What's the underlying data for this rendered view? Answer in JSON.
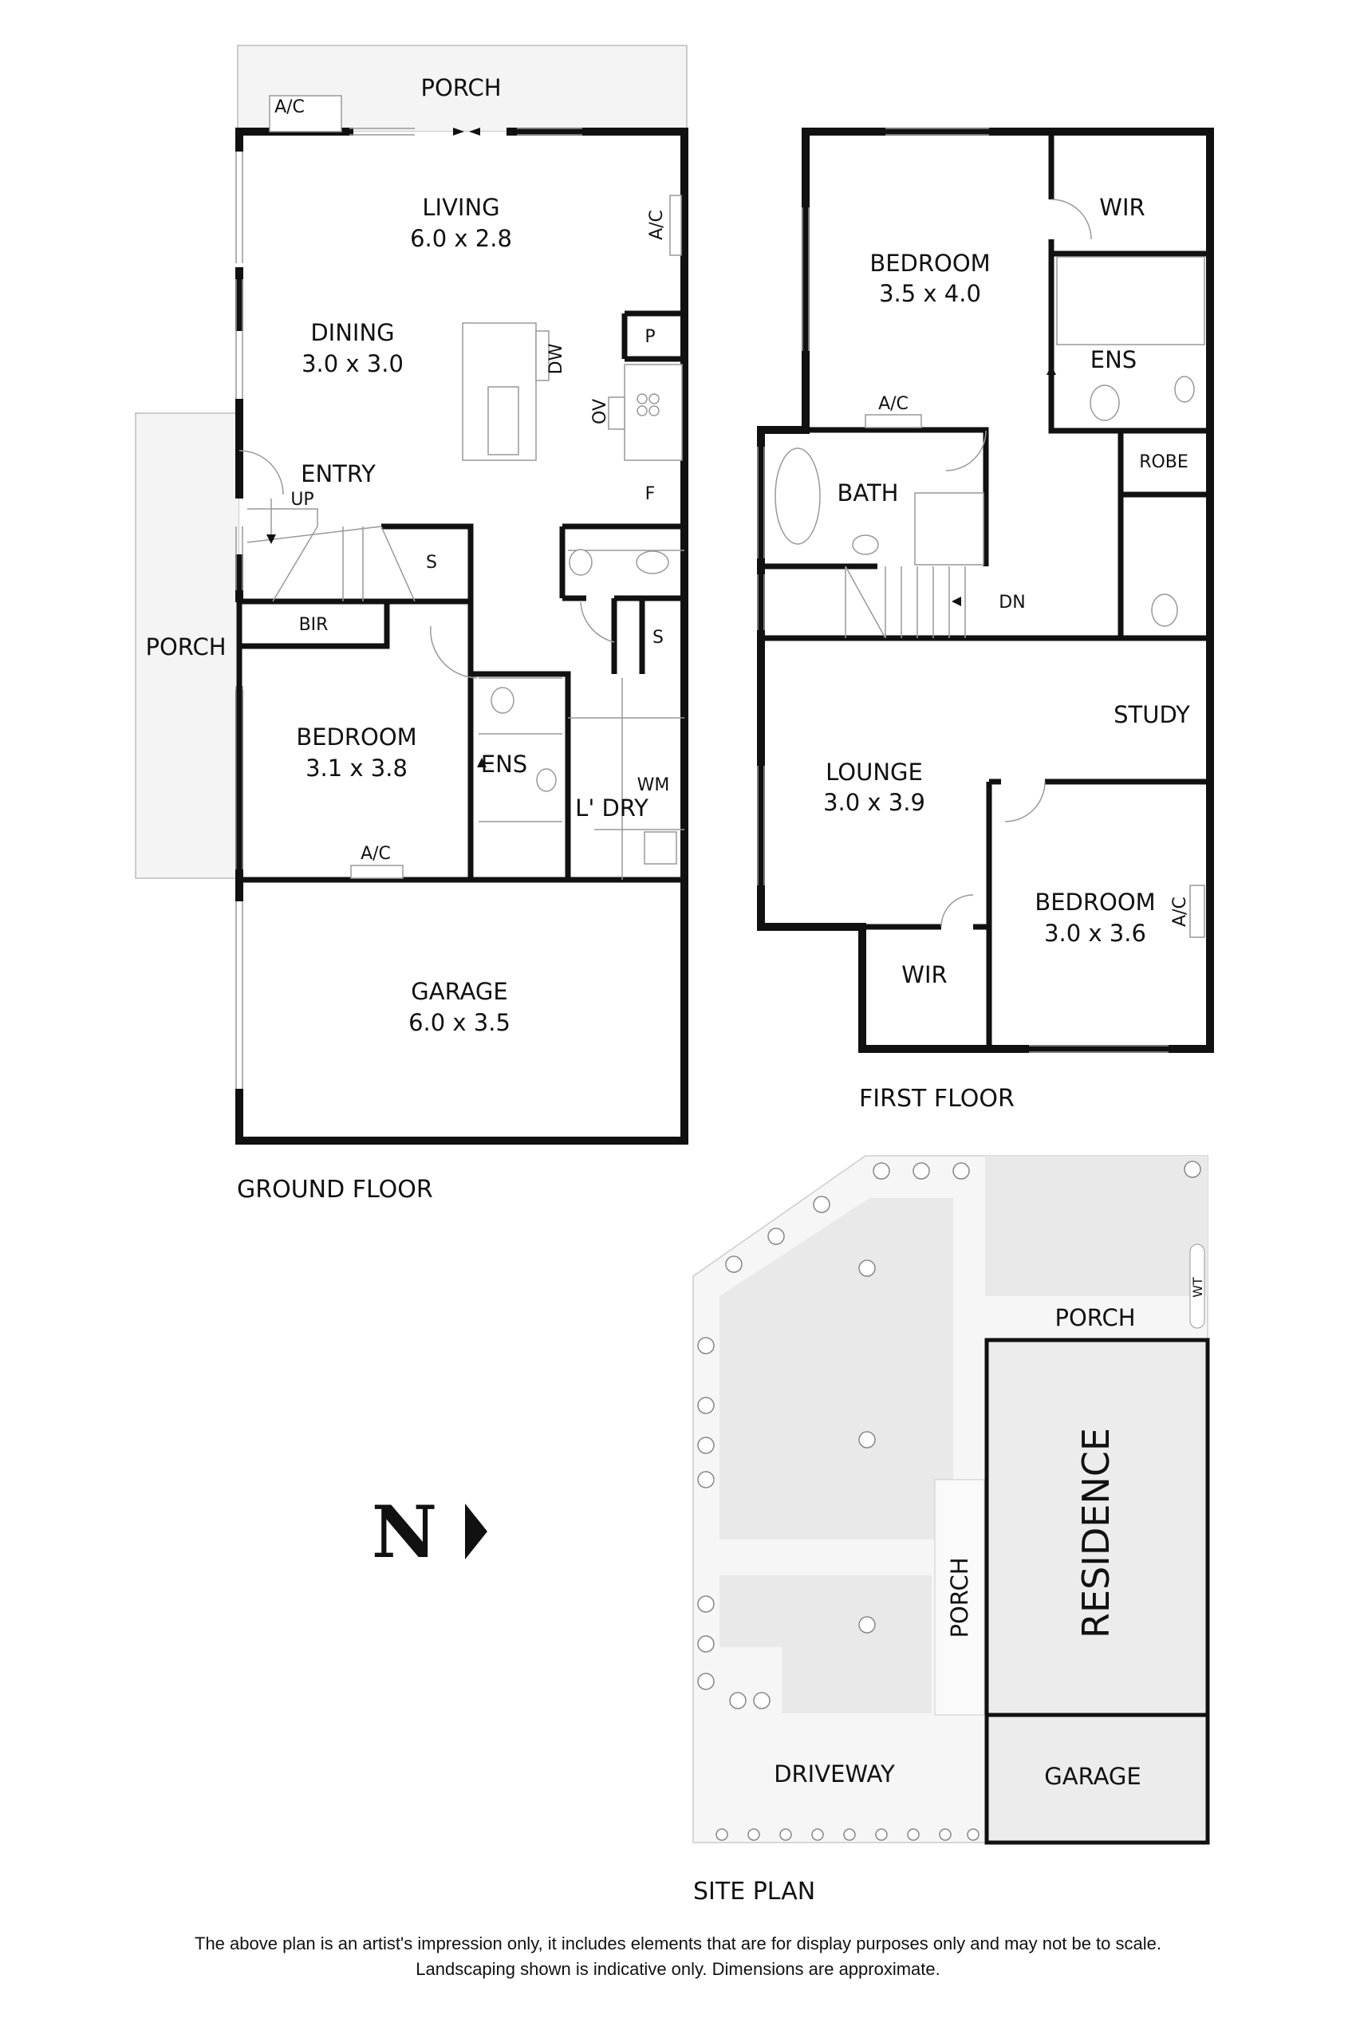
{
  "ground_floor": {
    "title": "GROUND FLOOR",
    "rooms": {
      "porch_top": "PORCH",
      "porch_side": "PORCH",
      "living": {
        "name": "LIVING",
        "size": "6.0 x 2.8"
      },
      "dining": {
        "name": "DINING",
        "size": "3.0 x 3.0"
      },
      "entry": "ENTRY",
      "bedroom": {
        "name": "BEDROOM",
        "size": "3.1  x 3.8"
      },
      "ens": "ENS",
      "laundry": "L' DRY",
      "garage": {
        "name": "GARAGE",
        "size": "6.0 x 3.5"
      },
      "bir": "BIR"
    },
    "labels": {
      "ac_porch": "A/C",
      "ac_living": "A/C",
      "ac_bedroom": "A/C",
      "dw": "DW",
      "pantry": "P",
      "oven": "OV",
      "fridge": "F",
      "storage_stairs": "S",
      "storage_laundry": "S",
      "wm": "WM",
      "up": "UP"
    }
  },
  "first_floor": {
    "title": "FIRST  FLOOR",
    "rooms": {
      "bedroom_main": {
        "name": "BEDROOM",
        "size": "3.5 x 4.0"
      },
      "wir_top": "WIR",
      "ens": "ENS",
      "robe": "ROBE",
      "bath": "BATH",
      "study": "STUDY",
      "lounge": {
        "name": "LOUNGE",
        "size": "3.0 x 3.9"
      },
      "bedroom_2": {
        "name": "BEDROOM",
        "size": "3.0 x 3.6"
      },
      "wir_bottom": "WIR"
    },
    "labels": {
      "ac_bath": "A/C",
      "ac_bedroom": "A/C",
      "dn": "DN"
    }
  },
  "site_plan": {
    "title": "SITE PLAN",
    "labels": {
      "porch_top": "PORCH",
      "porch_side": "PORCH",
      "residence": "RESIDENCE",
      "garage": "GARAGE",
      "driveway": "DRIVEWAY",
      "wt": "WT"
    }
  },
  "north": {
    "letter": "N",
    "icon": "north-arrow-icon"
  },
  "disclaimer": {
    "line1": "The above plan is an artist's impression only, it includes elements that are for display purposes only and may not be to scale.",
    "line2": "Landscaping shown is indicative only. Dimensions are approximate."
  },
  "colors": {
    "wall": "#111111",
    "porch_fill": "#f4f4f4",
    "landscape_fill": "#e9e9e9",
    "residence_fill": "#ececec"
  }
}
